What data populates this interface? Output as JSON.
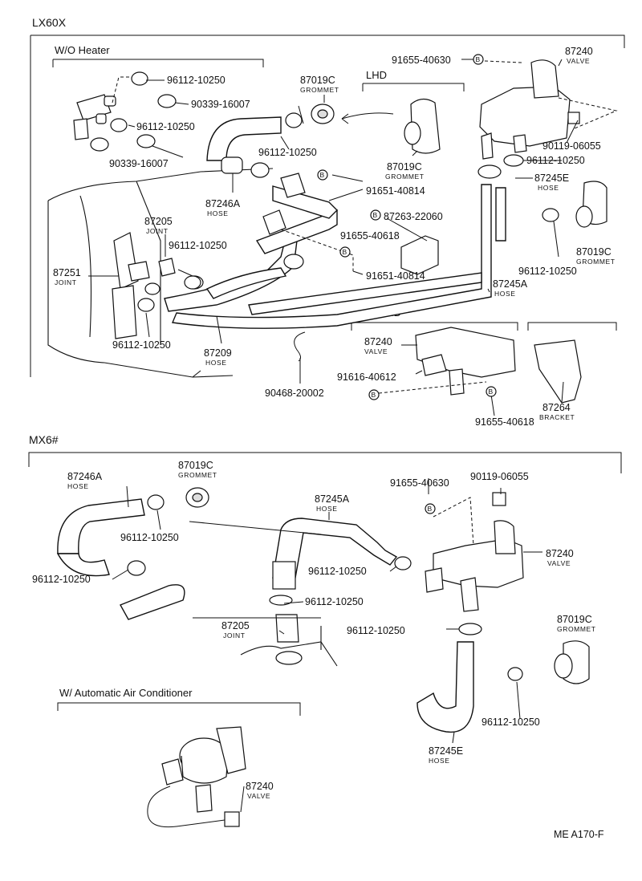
{
  "sections": {
    "lx60x": "LX60X",
    "mx6": "MX6#",
    "wo_heater": "W/O Heater",
    "lhd_top": "LHD",
    "lhd_mid": "LHD",
    "auto_ac": "W/ Automatic Air Conditioner"
  },
  "labels": {
    "p_96112_a": "96112-10250",
    "p_90339_a": "90339-16007",
    "p_96112_b": "96112-10250",
    "p_90339_b": "90339-16007",
    "p_87019c_top": "87019C",
    "n_87019c_top": "GROMMET",
    "p_96112_c": "96112-10250",
    "p_87246a": "87246A",
    "n_87246a": "HOSE",
    "p_87205": "87205",
    "n_87205": "JOINT",
    "p_96112_d": "96112-10250",
    "p_87251": "87251",
    "n_87251": "JOINT",
    "p_96112_e": "96112-10250",
    "p_87209": "87209",
    "n_87209": "HOSE",
    "p_90468": "90468-20002",
    "p_87019c_mid": "87019C",
    "n_87019c_mid": "GROMMET",
    "p_91651_a": "91651-40814",
    "p_87263": "87263-22060",
    "p_91655_a": "91655-40618",
    "p_91651_b": "91651-40814",
    "p_91655_top": "91655-40630",
    "p_87240_top": "87240",
    "n_87240_top": "VALVE",
    "p_90119_top": "90119-06055",
    "p_96112_f": "96112-10250",
    "p_87245e_top": "87245E",
    "n_87245e_top": "HOSE",
    "p_87019c_right": "87019C",
    "n_87019c_right": "GROMMET",
    "p_96112_g": "96112-10250",
    "p_87245a_top": "87245A",
    "n_87245a_top": "HOSE",
    "p_87240_mid": "87240",
    "n_87240_mid": "VALVE",
    "p_91616": "91616-40612",
    "p_91655_b": "91655-40618",
    "p_87264": "87264",
    "n_87264": "BRACKET",
    "m_87246a": "87246A",
    "mn_87246a": "HOSE",
    "m_87019c_a": "87019C",
    "mn_87019c_a": "GROMMET",
    "m_96112_a": "96112-10250",
    "m_96112_b": "96112-10250",
    "m_87245a": "87245A",
    "mn_87245a": "HOSE",
    "m_91655": "91655-40630",
    "m_90119": "90119-06055",
    "m_87240": "87240",
    "mn_87240": "VALVE",
    "m_96112_c": "96112-10250",
    "m_96112_d": "96112-10250",
    "m_87205": "87205",
    "mn_87205": "JOINT",
    "m_96112_e": "96112-10250",
    "m_87019c_b": "87019C",
    "mn_87019c_b": "GROMMET",
    "m_96112_f": "96112-10250",
    "m_87245e": "87245E",
    "mn_87245e": "HOSE",
    "a_87240": "87240",
    "an_87240": "VALVE",
    "b_marker": "B",
    "footer_code": "ME A170-F"
  }
}
